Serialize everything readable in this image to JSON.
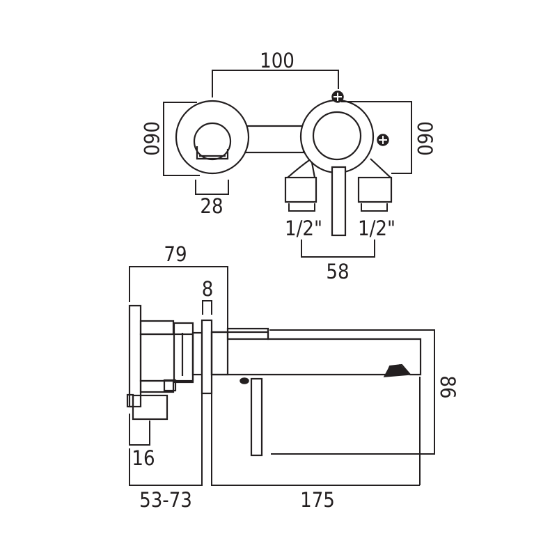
{
  "dimensions": {
    "top_width": "100",
    "left_diameter": "060",
    "right_diameter": "060",
    "handle_width": "28",
    "pipe_left": "1/2\"",
    "pipe_right": "1/2\"",
    "pipe_spacing": "58",
    "body_depth": "79",
    "plate_thickness": "8",
    "spout_height": "86",
    "bottom_step": "16",
    "wall_depth_range": "53-73",
    "spout_length": "175"
  }
}
